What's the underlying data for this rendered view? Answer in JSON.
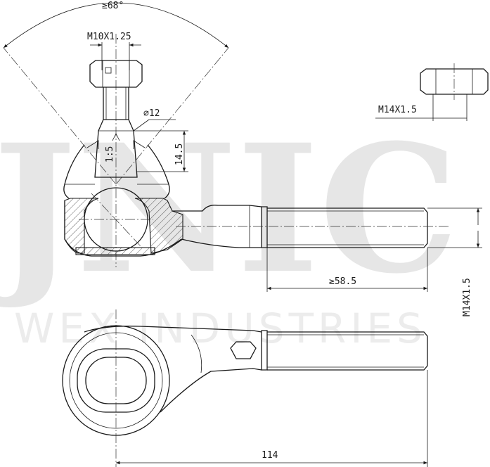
{
  "watermark": {
    "logo_text": "JNIC",
    "company": "WEX INDUSTRIES"
  },
  "dimensions": {
    "cone_angle": "≥68°",
    "top_thread": "M10X1.25",
    "pin_diameter": "⌀12",
    "taper_ratio": "1:5",
    "taper_length": "14.5",
    "nut_thread": "M14X1.5",
    "shank_thread": "M14X1.5",
    "thread_length": "≥58.5",
    "overall_length": "114"
  }
}
